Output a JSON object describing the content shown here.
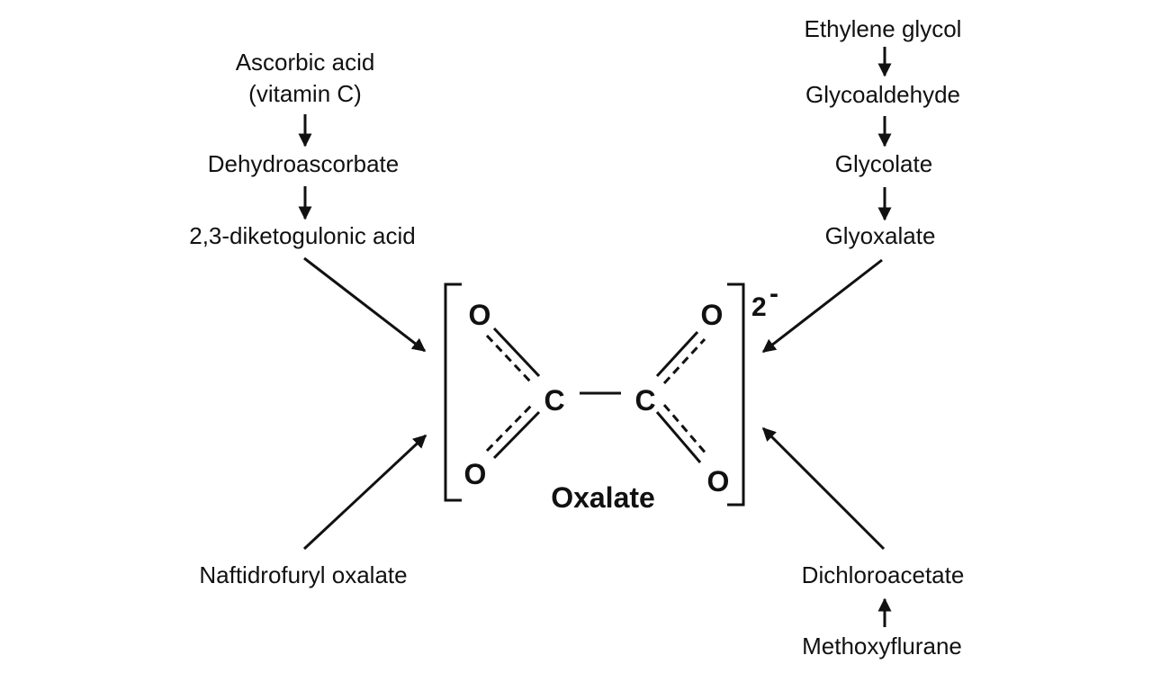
{
  "left_pathway": {
    "step1_line1": "Ascorbic acid",
    "step1_line2": "(vitamin C)",
    "step2": "Dehydroascorbate",
    "step3": "2,3-diketogulonic acid"
  },
  "right_pathway": {
    "step1": "Ethylene glycol",
    "step2": "Glycoaldehyde",
    "step3": "Glycolate",
    "step4": "Glyoxalate"
  },
  "bottom_left": {
    "label": "Naftidrofuryl oxalate"
  },
  "bottom_right": {
    "step1": "Methoxyflurane",
    "step2": "Dichloroacetate"
  },
  "molecule": {
    "name": "Oxalate",
    "charge": "2",
    "charge_sign": "-",
    "oxygen_symbol": "O",
    "carbon_symbol": "C"
  }
}
